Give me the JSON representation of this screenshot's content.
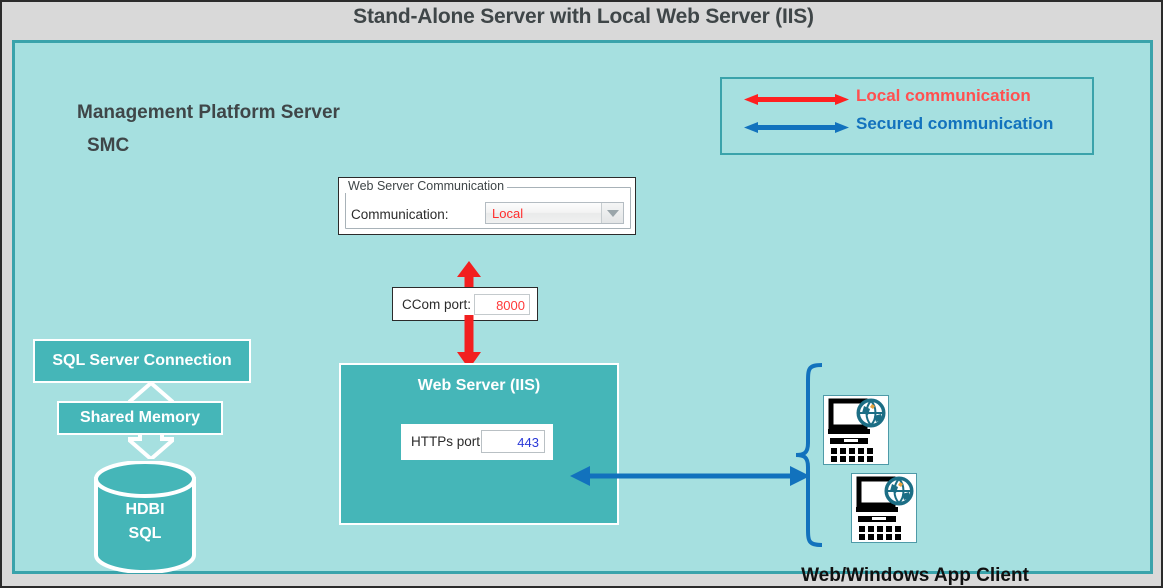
{
  "header": {
    "title": "Stand-Alone Server with Local Web Server (IIS)"
  },
  "server_panel": {
    "label_line1": "Management Platform Server",
    "label_line2": "SMC"
  },
  "legend": {
    "items": [
      {
        "label": "Local communication",
        "color": "#ff2020",
        "arrow": "double-arrow-red"
      },
      {
        "label": "Secured communication",
        "color": "#1272bd",
        "arrow": "double-arrow-blue"
      }
    ]
  },
  "web_server_communication": {
    "group_title": "Web Server Communication",
    "field_label": "Communication:",
    "selected_value": "Local",
    "value_color": "#ff2d2d",
    "dropdown_icon": "chevron-down-icon"
  },
  "ccom_port": {
    "label": "CCom port:",
    "value": "8000",
    "value_color": "#ff3a3a"
  },
  "web_server": {
    "title": "Web Server (IIS)",
    "https_label": "HTTPs port:",
    "https_value": "443",
    "https_value_color": "#2a39d8",
    "fill_color": "#45b6b8"
  },
  "database_stack": {
    "sql_connection": "SQL Server Connection",
    "shared_memory": "Shared Memory",
    "db_line1": "HDBI",
    "db_line2": "SQL"
  },
  "client": {
    "label": "Web/Windows App Client",
    "icon_name": "web-client-computer-icon",
    "icon_count": 2
  },
  "colors": {
    "header_bg": "#d9d9d9",
    "panel_bg": "#a6e0e0",
    "panel_border": "#3aa3ab",
    "box_teal": "#45b6b8",
    "local_red": "#ff2020",
    "secured_blue": "#1272bd"
  }
}
